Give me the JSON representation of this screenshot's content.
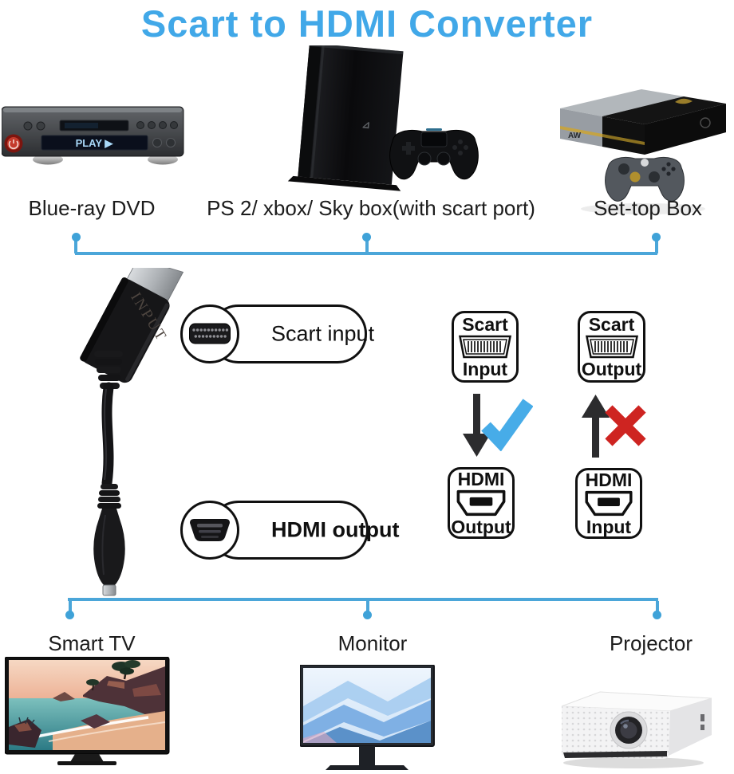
{
  "title": "Scart to HDMI Converter",
  "colors": {
    "title_blue": "#41a8e8",
    "connector_line_blue": "#4ba6d9",
    "check_blue": "#47ace8",
    "cross_red": "#ce2421",
    "arrow_black": "#2c2c2e",
    "label_black": "#1c1c1c"
  },
  "sources": {
    "items": [
      {
        "label": "Blue-ray DVD"
      },
      {
        "label": "PS 2/ xbox/ Sky box(with scart port)"
      },
      {
        "label": "Set-top Box"
      }
    ]
  },
  "outputs": {
    "items": [
      {
        "label": "Smart TV"
      },
      {
        "label": "Monitor"
      },
      {
        "label": "Projector"
      }
    ]
  },
  "devices": {
    "dvd_display_text": "PLAY ▶",
    "xbox_front_text": "AW"
  },
  "adapter": {
    "plug_text": "INPUT",
    "callouts": [
      {
        "label": "Scart input",
        "icon": "scart-connector-icon"
      },
      {
        "label": "HDMI output",
        "icon": "hdmi-connector-icon"
      }
    ]
  },
  "flow": {
    "correct": {
      "top": {
        "line1": "Scart",
        "line2": "Input"
      },
      "bottom": {
        "line1": "HDMI",
        "line2": "Output"
      },
      "marker": "check"
    },
    "wrong": {
      "top": {
        "line1": "Scart",
        "line2": "Output"
      },
      "bottom": {
        "line1": "HDMI",
        "line2": "Input"
      },
      "marker": "cross"
    }
  }
}
